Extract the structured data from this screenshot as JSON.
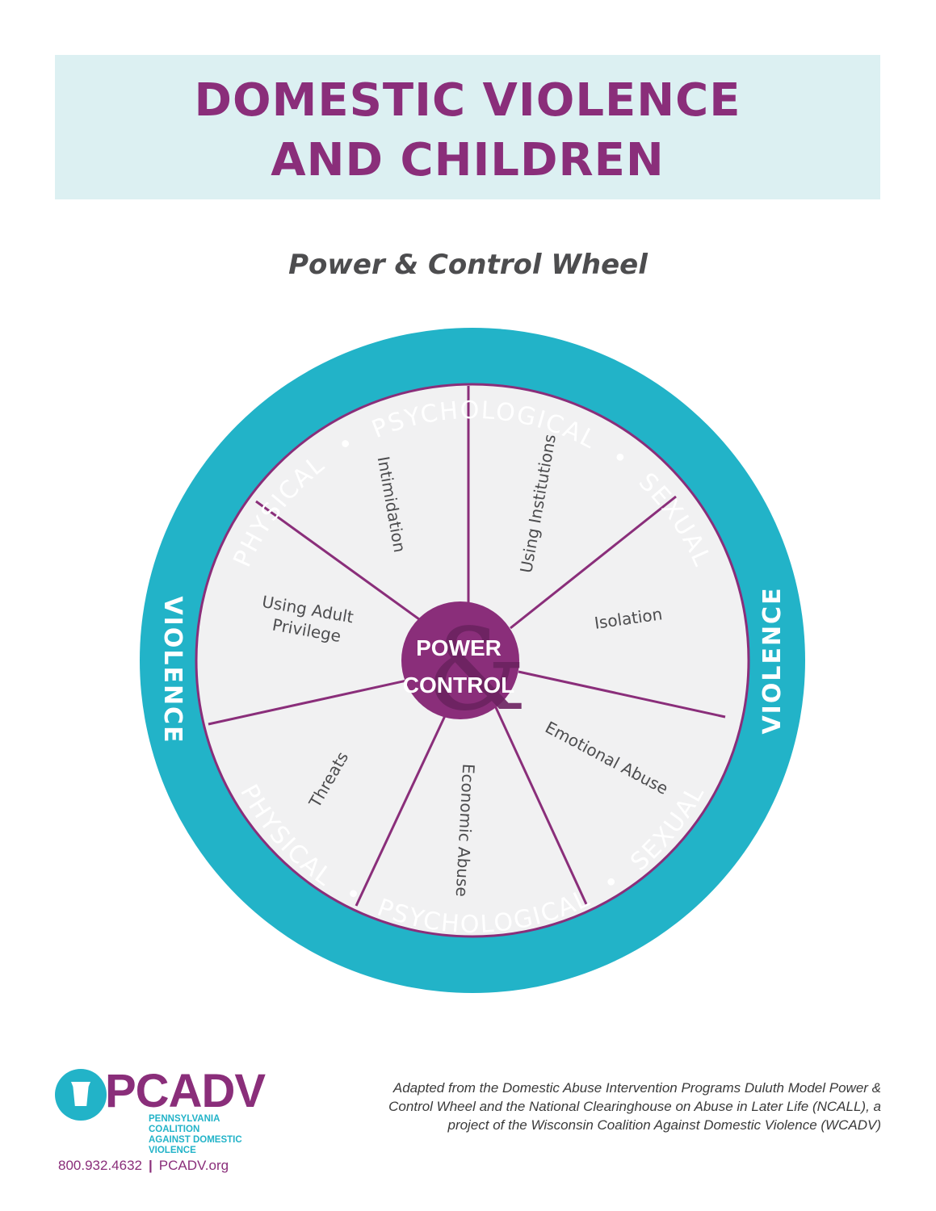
{
  "header": {
    "title_line1": "DOMESTIC VIOLENCE",
    "title_line2": "AND CHILDREN",
    "subtitle": "Power & Control Wheel"
  },
  "colors": {
    "accent_purple": "#8a2e7a",
    "ring_teal": "#22b3c8",
    "segment_fill": "#f1f1f2",
    "title_band": "#dcf0f2"
  },
  "wheel": {
    "hub": {
      "line1": "POWER",
      "line2": "CONTROL",
      "ampersand": "&"
    },
    "segments": [
      {
        "label": "Intimidation"
      },
      {
        "label": "Using Institutions"
      },
      {
        "label": "Isolation"
      },
      {
        "label": "Emotional Abuse"
      },
      {
        "label": "Economic Abuse"
      },
      {
        "label": "Threats"
      },
      {
        "label_line1": "Using Adult",
        "label_line2": "Privilege"
      }
    ],
    "ring": {
      "top": [
        "PHYSICAL",
        "PSYCHOLOGICAL",
        "SEXUAL"
      ],
      "bottom": [
        "PHYSICAL",
        "PSYCHOLOGICAL",
        "SEXUAL"
      ],
      "separator": "•",
      "side_left": "VIOLENCE",
      "side_right": "VIOLENCE"
    }
  },
  "footer": {
    "logo_word": "PCADV",
    "logo_sub_line1": "PENNSYLVANIA COALITION",
    "logo_sub_line2": "AGAINST DOMESTIC VIOLENCE",
    "phone": "800.932.4632",
    "separator": "|",
    "website": "PCADV.org",
    "credit_line1": "Adapted from the Domestic Abuse Intervention Programs Duluth Model Power &",
    "credit_line2": "Control Wheel and the National Clearinghouse on Abuse in Later Life (NCALL), a",
    "credit_line3": "project of the Wisconsin Coalition Against Domestic Violence (WCADV)"
  }
}
